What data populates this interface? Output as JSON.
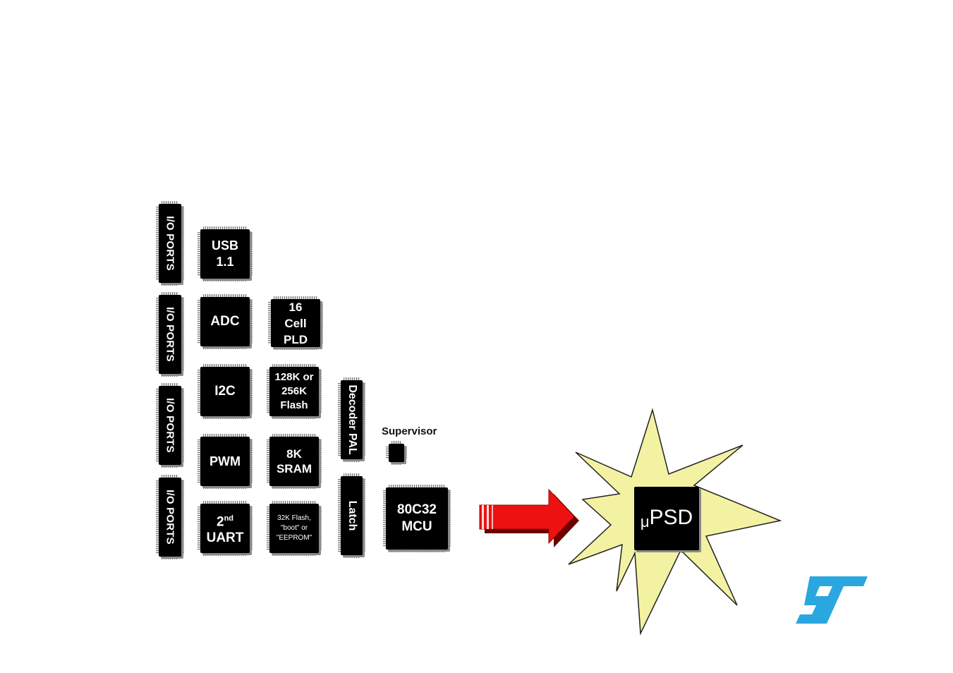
{
  "io_ports": [
    "I/O PORTS",
    "I/O PORTS",
    "I/O PORTS",
    "I/O PORTS"
  ],
  "blocks": {
    "usb": "USB\n1.1",
    "adc": "ADC",
    "i2c": "I2C",
    "pwm": "PWM",
    "uart_num": "2",
    "uart_sup": "nd",
    "uart_word": "UART",
    "pld": "16\nCell\nPLD",
    "flash": "128K or\n256K\nFlash",
    "sram": "8K\nSRAM",
    "eeprom": "32K Flash,\n\"boot\" or\n\"EEPROM\"",
    "decoder": "Decoder PAL",
    "latch": "Latch",
    "supervisor": "Supervisor",
    "mcu": "80C32\nMCU"
  },
  "result": {
    "mu": "μ",
    "name": "PSD"
  },
  "colors": {
    "arrow": "#ee1111",
    "burst": "#f2f2a2",
    "logo": "#2aa7df"
  }
}
